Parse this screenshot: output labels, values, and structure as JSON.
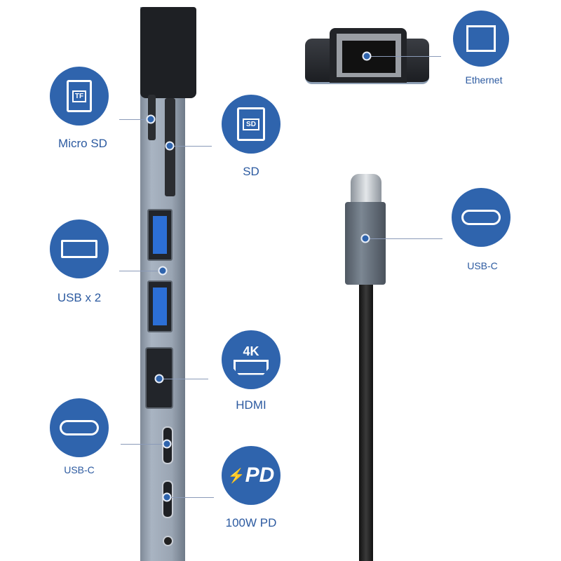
{
  "labels": {
    "micro_sd": "Micro SD",
    "sd": "SD",
    "usb": "USB x 2",
    "hdmi": "HDMI",
    "usbc_left": "USB-C",
    "pd": "100W PD",
    "ethernet": "Ethernet",
    "usbc_right": "USB-C"
  },
  "icon_text": {
    "tf": "TF",
    "sd": "SD",
    "hdmi_4k": "4K",
    "pd": "PD"
  },
  "colors": {
    "accent": "#2f64ad",
    "label": "#2c5aa0",
    "hub": "#9aa5b3"
  }
}
